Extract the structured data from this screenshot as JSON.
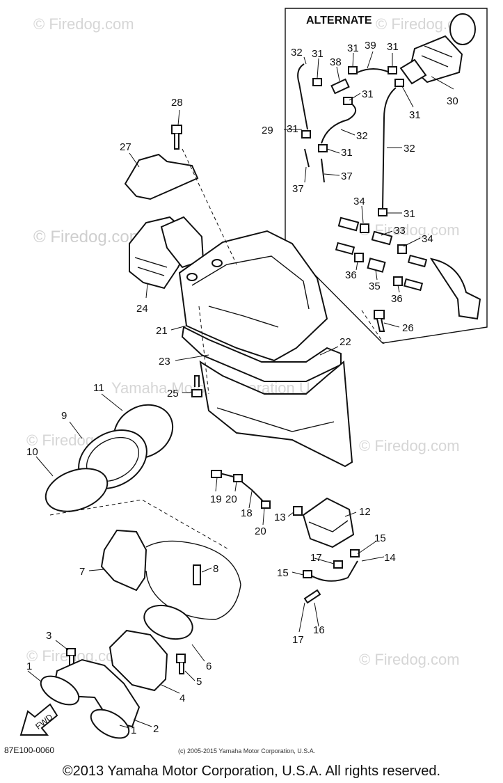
{
  "watermarks": {
    "firedog": "© Firedog.com",
    "yamaha": "Yamaha Motor Corporation U.S.A."
  },
  "alternate_label": "ALTERNATE",
  "part_numbers": {
    "p1a": "1",
    "p1b": "1",
    "p2": "2",
    "p3": "3",
    "p4": "4",
    "p5": "5",
    "p6": "6",
    "p7": "7",
    "p8": "8",
    "p9": "9",
    "p10": "10",
    "p11": "11",
    "p12": "12",
    "p13": "13",
    "p14": "14",
    "p15a": "15",
    "p15b": "15",
    "p16": "16",
    "p17a": "17",
    "p17b": "17",
    "p18": "18",
    "p19": "19",
    "p20a": "20",
    "p20b": "20",
    "p21": "21",
    "p22": "22",
    "p23": "23",
    "p24": "24",
    "p25": "25",
    "p26": "26",
    "p27": "27",
    "p28": "28",
    "p29": "29",
    "p30": "30",
    "p31a": "31",
    "p31b": "31",
    "p31c": "31",
    "p31d": "31",
    "p31e": "31",
    "p31f": "31",
    "p31g": "31",
    "p31h": "31",
    "p32a": "32",
    "p32b": "32",
    "p32c": "32",
    "p33": "33",
    "p34a": "34",
    "p34b": "34",
    "p35": "35",
    "p36a": "36",
    "p36b": "36",
    "p37a": "37",
    "p37b": "37",
    "p38": "38",
    "p39": "39"
  },
  "fwd_label": "FWD",
  "diagram_code": "87E100-0060",
  "inner_copyright": "(c) 2005-2015 Yamaha Motor Corporation, U.S.A.",
  "footer_copyright": "©2013 Yamaha Motor Corporation, U.S.A. All rights reserved."
}
